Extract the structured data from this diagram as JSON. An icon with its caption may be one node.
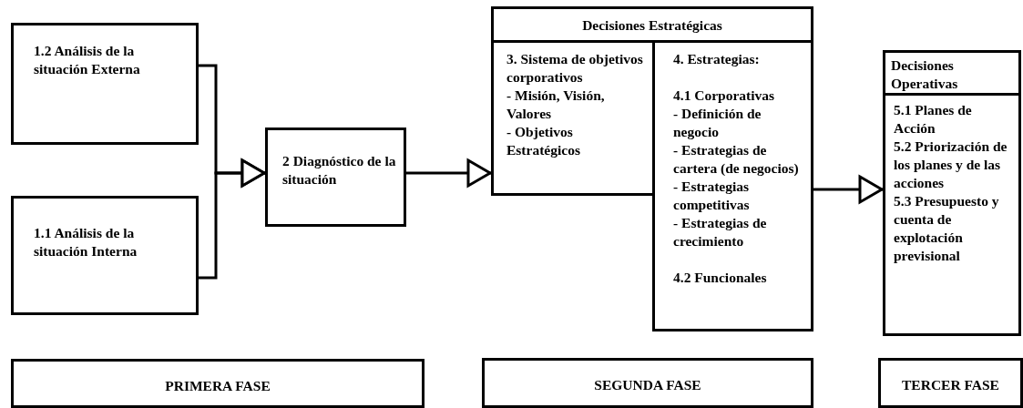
{
  "diagram": {
    "nodes": [
      {
        "text": [
          "1.2 Análisis de la situación Externa"
        ]
      },
      {
        "text": [
          "1.1 Análisis de la situación Interna"
        ]
      },
      {
        "text": [
          "2 Diagnóstico de la situación"
        ]
      },
      {
        "text": [
          "Decisiones Estratégicas"
        ]
      },
      {
        "text": [
          "3. Sistema de objetivos corporativos",
          "- Misión, Visión, Valores",
          "- Objetivos Estratégicos"
        ]
      },
      {
        "text": [
          "4. Estrategias:",
          "4.1 Corporativas",
          "- Definición de negocio",
          "- Estrategias de cartera (de negocios)",
          "- Estrategias competitivas",
          "- Estrategias de crecimiento",
          "4.2 Funcionales"
        ]
      },
      {
        "text": [
          "Decisiones Operativas"
        ]
      },
      {
        "text": [
          "5.1 Planes de Acción",
          "5.2 Priorización de los planes y de las acciones",
          "5.3 Presupuesto y cuenta de explotación previsional"
        ]
      },
      {
        "text": [
          "PRIMERA FASE"
        ]
      },
      {
        "text": [
          "SEGUNDA FASE"
        ]
      },
      {
        "text": [
          "TERCER FASE"
        ]
      }
    ],
    "edges": [
      {
        "from": 0,
        "to": 2,
        "arrow": "to"
      },
      {
        "from": 1,
        "to": 2,
        "arrow": "to"
      },
      {
        "from": 2,
        "to": 4,
        "arrow": "to"
      },
      {
        "from": 5,
        "to": 7,
        "arrow": "to"
      }
    ]
  }
}
